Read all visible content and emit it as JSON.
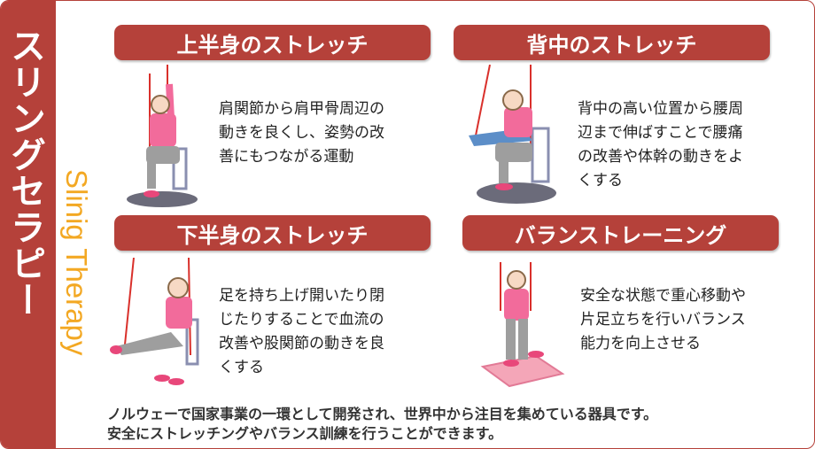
{
  "sidebar": {
    "title": "スリングセラピー",
    "subtitle": "Slinig Therapy"
  },
  "sections": [
    {
      "title": "上半身のストレッチ",
      "lines": [
        "肩関節から肩甲骨周辺の",
        "動きを良くし、姿勢の改",
        "善にもつながる運動"
      ]
    },
    {
      "title": "背中のストレッチ",
      "lines": [
        "背中の高い位置から腰周",
        "辺まで伸ばすことで腰痛",
        "の改善や体幹の動きをよ",
        "くする"
      ]
    },
    {
      "title": "下半身のストレッチ",
      "lines": [
        "足を持ち上げ開いたり閉",
        "じたりすることで血流の",
        "改善や股関節の動きを良",
        "くする"
      ]
    },
    {
      "title": "バランストレーニング",
      "lines": [
        "安全な状態で重心移動や",
        "片足立ちを行いバランス",
        "能力を向上させる"
      ]
    }
  ],
  "footer": {
    "lines": [
      "ノルウェーで国家事業の一環として開発され、世界中から注目を集めている器具です。",
      "安全にストレッチングやバランス訓練を行うことができます。"
    ]
  },
  "colors": {
    "accent": "#b5413a",
    "subtitle": "#f3a823",
    "shirt": "#f26b9b",
    "pants": "#9e9e9e"
  }
}
